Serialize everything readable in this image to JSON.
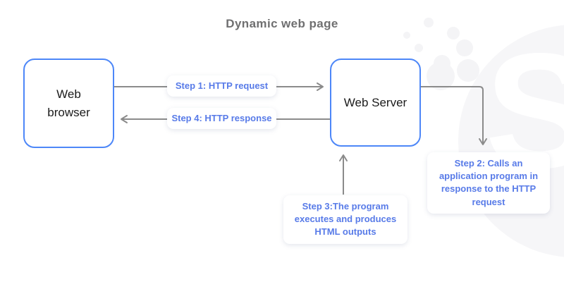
{
  "title": "Dynamic web page",
  "watermark": {
    "letter": "S"
  },
  "nodes": {
    "browser": {
      "label": "Web browser"
    },
    "server": {
      "label": "Web Server"
    }
  },
  "steps": {
    "step1": "Step 1: HTTP request",
    "step4": "Step 4: HTTP response",
    "step2": "Step 2: Calls an application program in response to the HTTP request",
    "step3": "Step 3:The program executes and produces HTML outputs"
  },
  "colors": {
    "node_border_blue": "#4d87f8",
    "step_text_blue": "#587be8",
    "arrow_gray": "#8b8b8b",
    "title_gray": "#6f6f70",
    "watermark_gray": "#f6f6f8"
  }
}
